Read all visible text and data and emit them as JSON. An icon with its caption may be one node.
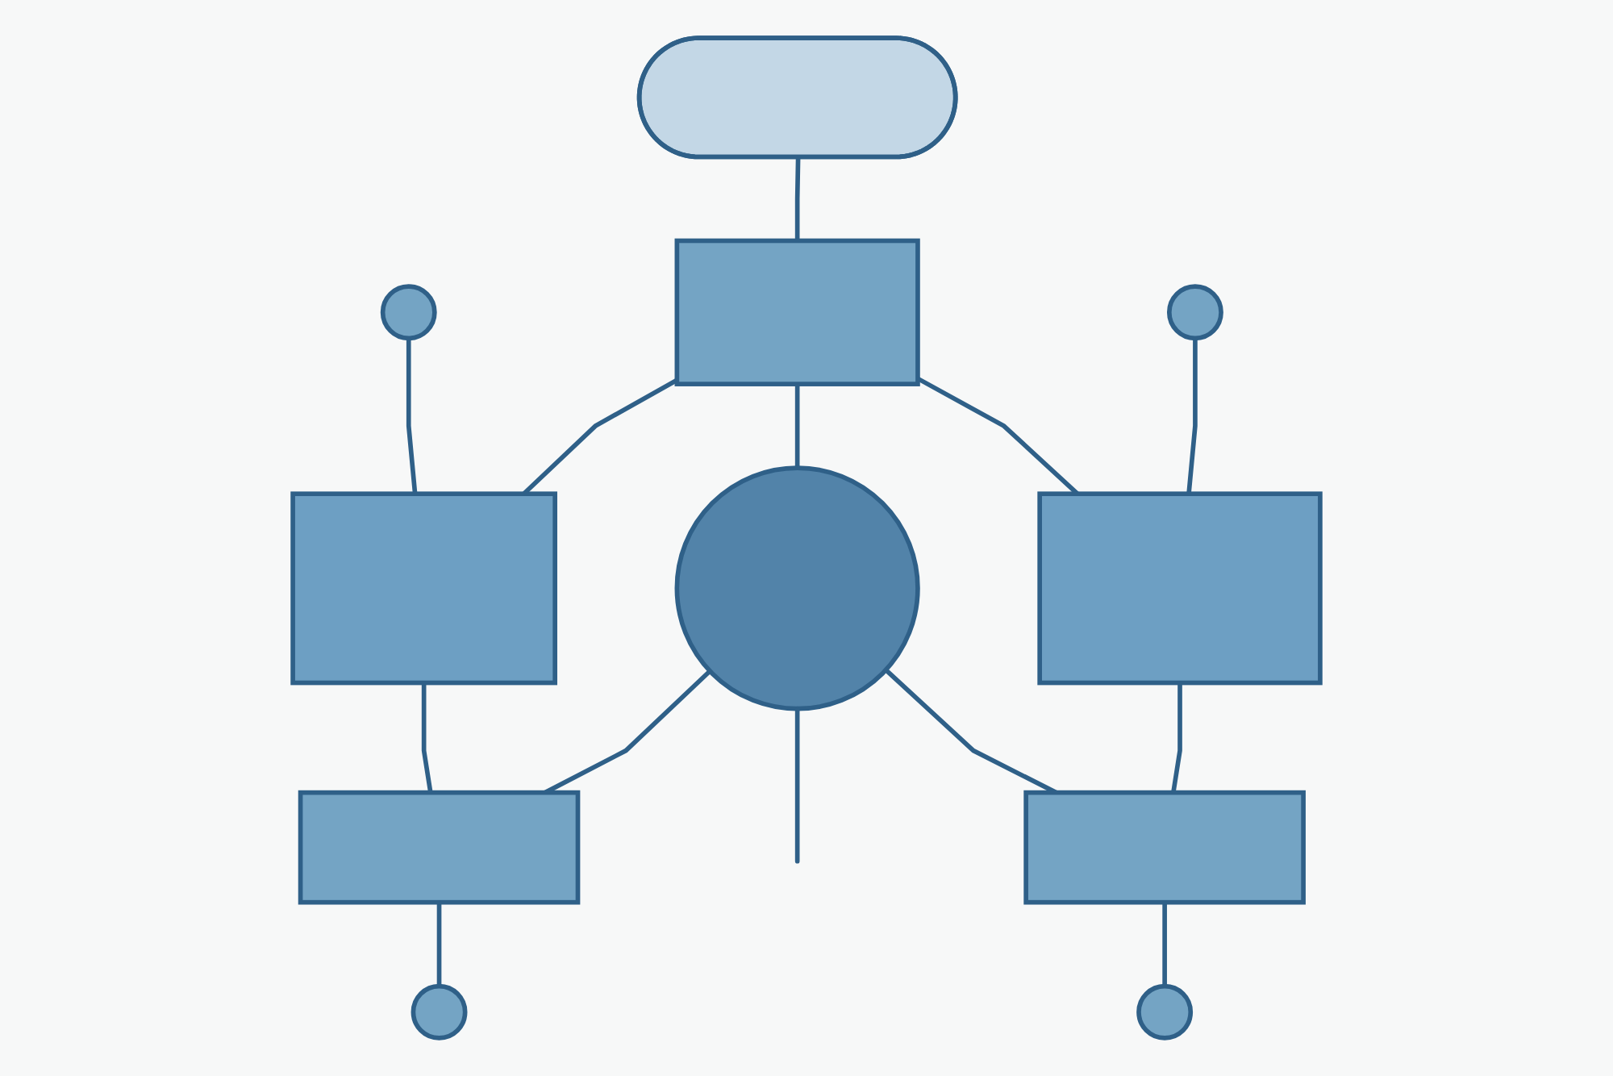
{
  "diagram": {
    "nodes": [
      {
        "text": [],
        "shape": "circle"
      },
      {
        "text": [],
        "shape": "pill"
      },
      {
        "text": [],
        "shape": "circle"
      },
      {
        "text": [],
        "shape": "box"
      },
      {
        "text": [],
        "shape": "box"
      },
      {
        "text": [],
        "shape": "box"
      },
      {
        "text": [],
        "shape": "box"
      },
      {
        "text": [],
        "shape": "circle"
      },
      {
        "text": [],
        "shape": "box"
      },
      {
        "text": [],
        "shape": "circle"
      },
      {
        "text": [],
        "shape": "circle"
      }
    ],
    "edges": [
      {
        "from": 1,
        "to": 4,
        "arrow": "none"
      },
      {
        "from": 0,
        "to": 3,
        "arrow": "none"
      },
      {
        "from": 4,
        "to": 3,
        "arrow": "none"
      },
      {
        "from": 4,
        "to": 7,
        "arrow": "none"
      },
      {
        "from": 4,
        "to": 5,
        "arrow": "none"
      },
      {
        "from": 2,
        "to": 5,
        "arrow": "none"
      },
      {
        "from": 3,
        "to": 6,
        "arrow": "none"
      },
      {
        "from": 7,
        "to": 6,
        "arrow": "none"
      },
      {
        "from": 7,
        "to": 8,
        "arrow": "none"
      },
      {
        "from": 5,
        "to": 8,
        "arrow": "none"
      },
      {
        "from": 6,
        "to": 9,
        "arrow": "none"
      },
      {
        "from": 8,
        "to": 10,
        "arrow": "none"
      },
      {
        "from": 7,
        "to": null,
        "arrow": "none"
      }
    ]
  }
}
